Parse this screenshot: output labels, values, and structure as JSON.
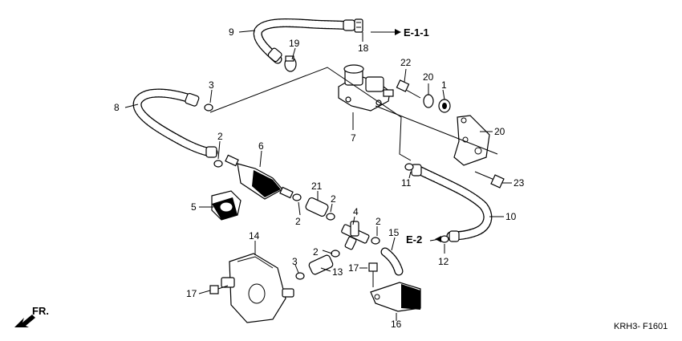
{
  "parts": [
    {
      "id": "p1",
      "num": "1"
    },
    {
      "id": "p2a",
      "num": "2"
    },
    {
      "id": "p2b",
      "num": "2"
    },
    {
      "id": "p2c",
      "num": "2"
    },
    {
      "id": "p2d",
      "num": "2"
    },
    {
      "id": "p2e",
      "num": "2"
    },
    {
      "id": "p3a",
      "num": "3"
    },
    {
      "id": "p3b",
      "num": "3"
    },
    {
      "id": "p4",
      "num": "4"
    },
    {
      "id": "p5",
      "num": "5"
    },
    {
      "id": "p6",
      "num": "6"
    },
    {
      "id": "p7",
      "num": "7"
    },
    {
      "id": "p8",
      "num": "8"
    },
    {
      "id": "p9",
      "num": "9"
    },
    {
      "id": "p10",
      "num": "10"
    },
    {
      "id": "p11",
      "num": "11"
    },
    {
      "id": "p12",
      "num": "12"
    },
    {
      "id": "p13",
      "num": "13"
    },
    {
      "id": "p14",
      "num": "14"
    },
    {
      "id": "p15",
      "num": "15"
    },
    {
      "id": "p16",
      "num": "16"
    },
    {
      "id": "p17a",
      "num": "17"
    },
    {
      "id": "p17b",
      "num": "17"
    },
    {
      "id": "p18",
      "num": "18"
    },
    {
      "id": "p19",
      "num": "19"
    },
    {
      "id": "p20a",
      "num": "20"
    },
    {
      "id": "p20b",
      "num": "20"
    },
    {
      "id": "p21",
      "num": "21"
    },
    {
      "id": "p22",
      "num": "22"
    },
    {
      "id": "p23",
      "num": "23"
    }
  ],
  "references": {
    "e11": "E-1-1",
    "e2": "E-2"
  },
  "front_marker": "FR.",
  "diagram_code": "KRH3- F1601"
}
